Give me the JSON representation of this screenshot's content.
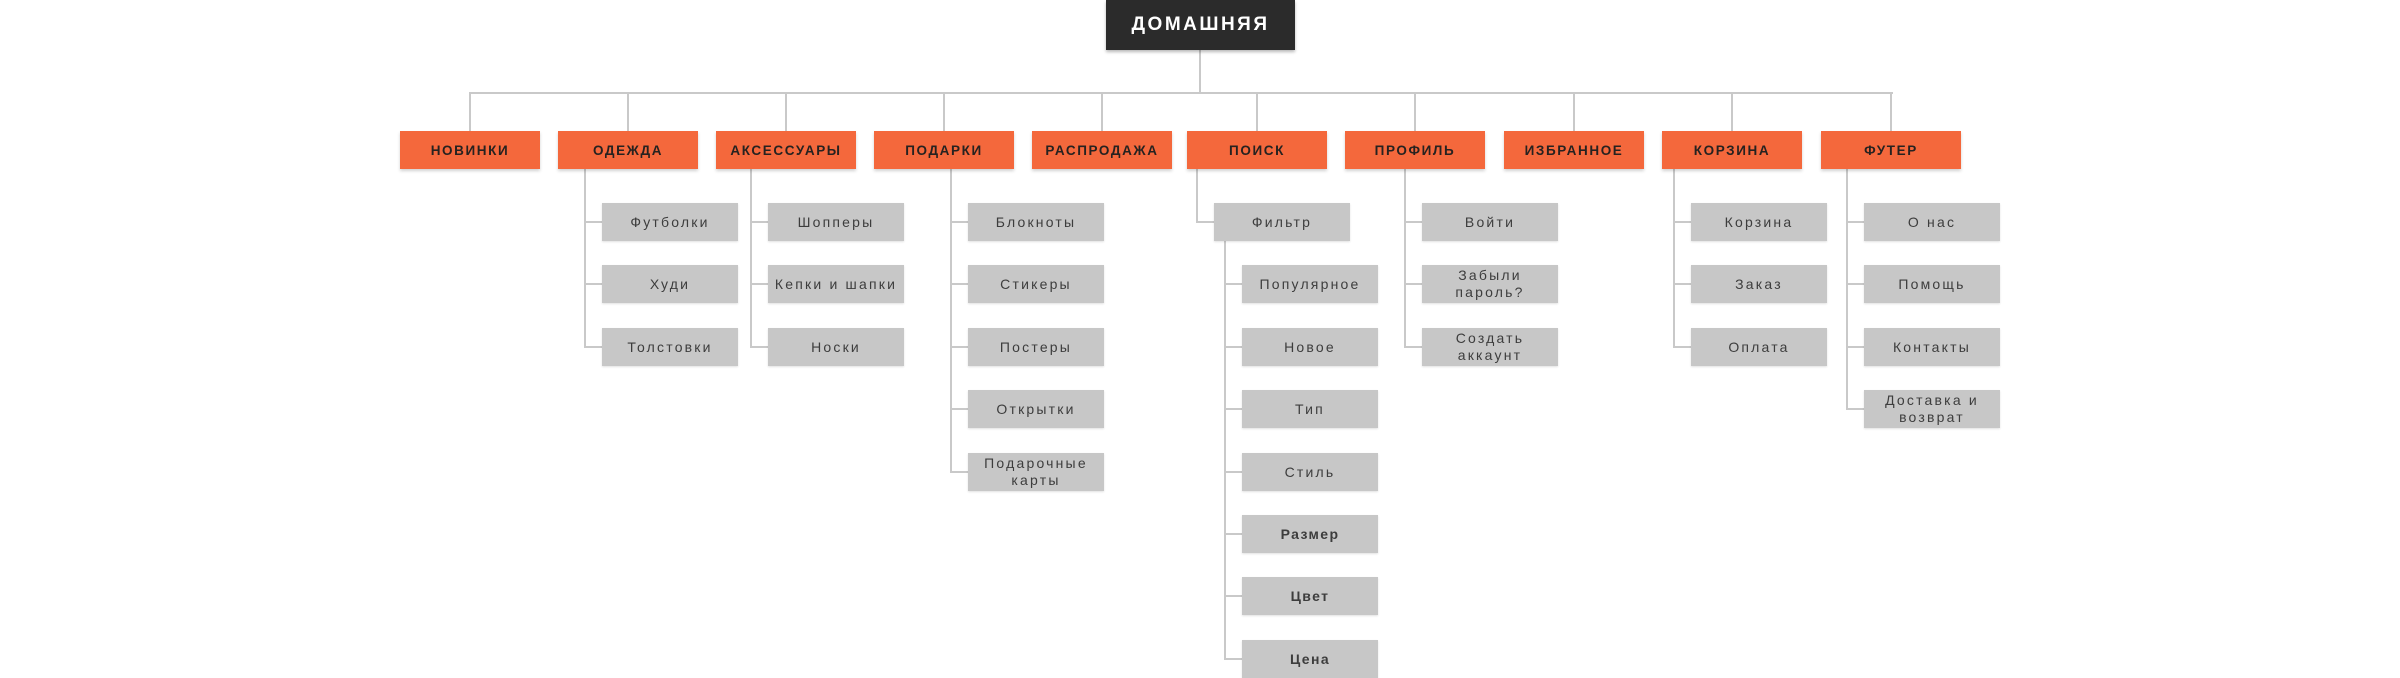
{
  "colors": {
    "accent_orange": "#F4683C",
    "root_dark": "#2B2B2B",
    "node_gray": "#C7C7C7",
    "connector_gray": "#C9C9C9",
    "text_dark": "#3D3D3D",
    "background": "#FFFFFF"
  },
  "sitemap": {
    "root": {
      "label": "ДОМАШНЯЯ"
    },
    "sections": [
      {
        "label": "НОВИНКИ",
        "children": []
      },
      {
        "label": "ОДЕЖДА",
        "children": [
          {
            "label": "Футболки"
          },
          {
            "label": "Худи"
          },
          {
            "label": "Толстовки"
          }
        ]
      },
      {
        "label": "АКСЕССУАРЫ",
        "children": [
          {
            "label": "Шопперы"
          },
          {
            "label": "Кепки и шапки"
          },
          {
            "label": "Носки"
          }
        ]
      },
      {
        "label": "ПОДАРКИ",
        "children": [
          {
            "label": "Блокноты"
          },
          {
            "label": "Стикеры"
          },
          {
            "label": "Постеры"
          },
          {
            "label": "Открытки"
          },
          {
            "label": "Подарочные карты"
          }
        ]
      },
      {
        "label": "РАСПРОДАЖА",
        "children": []
      },
      {
        "label": "ПОИСК",
        "children": [
          {
            "label": "Фильтр",
            "children": [
              {
                "label": "Популярное"
              },
              {
                "label": "Новое"
              },
              {
                "label": "Тип"
              },
              {
                "label": "Стиль"
              },
              {
                "label": "Размер",
                "bold": true
              },
              {
                "label": "Цвет",
                "bold": true
              },
              {
                "label": "Цена",
                "bold": true
              }
            ]
          }
        ]
      },
      {
        "label": "ПРОФИЛЬ",
        "children": [
          {
            "label": "Войти"
          },
          {
            "label": "Забыли пароль?"
          },
          {
            "label": "Создать аккаунт"
          }
        ]
      },
      {
        "label": "ИЗБРАННОЕ",
        "children": []
      },
      {
        "label": "КОРЗИНА",
        "children": [
          {
            "label": "Корзина"
          },
          {
            "label": "Заказ"
          },
          {
            "label": "Оплата"
          }
        ]
      },
      {
        "label": "ФУТЕР",
        "children": [
          {
            "label": "О нас"
          },
          {
            "label": "Помощь"
          },
          {
            "label": "Контакты"
          },
          {
            "label": "Доставка и возврат"
          }
        ]
      }
    ]
  }
}
